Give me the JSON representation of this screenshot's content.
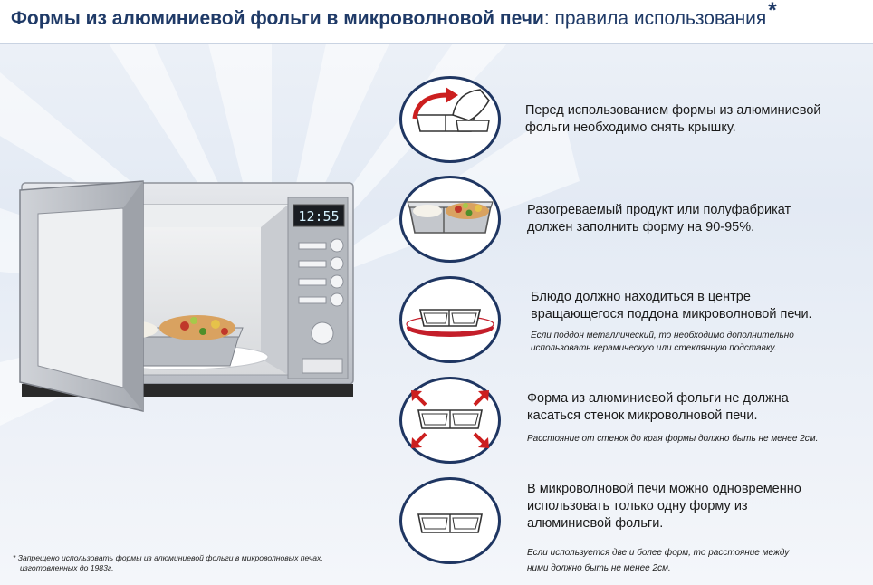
{
  "header": {
    "title_bold": "Формы из алюминиевой фольги в микроволновой печи",
    "title_rest": ": правила использования",
    "title_star": "*"
  },
  "microwave": {
    "clock": "12:55"
  },
  "steps": [
    {
      "text_line1": "Перед использованием формы из алюминиевой",
      "text_line2": "фольги необходимо снять крышку.",
      "icon": "tray-lid-removal-icon"
    },
    {
      "text_line1": "Разогреваемый продукт или полуфабрикат",
      "text_line2": "должен заполнить форму на 90-95%.",
      "icon": "filled-tray-icon"
    },
    {
      "text_line1": "Блюдо должно находиться в центре",
      "text_line2": "вращающегося поддона микроволновой печи.",
      "note_line1": "Если поддон металлический, то необходимо дополнительно",
      "note_line2": "использовать керамическую или стеклянную подставку.",
      "icon": "tray-on-turntable-icon"
    },
    {
      "text_line1": "Форма из алюминиевой фольги не должна",
      "text_line2": "касаться стенок микроволновой печи.",
      "note_line1": "Расстояние от стенок до края формы должно быть не менее 2см.",
      "icon": "tray-clearance-arrows-icon"
    },
    {
      "text_line1": "В микроволновой печи можно одновременно",
      "text_line2": "использовать только одну форму из",
      "text_line3": "алюминиевой фольги.",
      "note_line1": "Если используется две и более форм, то расстояние между",
      "note_line2": "ними должно быть не менее 2см.",
      "icon": "single-tray-icon"
    }
  ],
  "footnote": {
    "star": "*",
    "line1": "Запрещено использовать формы из алюминиевой фольги в микроволновых печах,",
    "line2": "изготовленных до 1983г."
  },
  "colors": {
    "title": "#1f3a67",
    "circle_border": "#1f3662",
    "arrow_red": "#cc1f1f",
    "turntable_red": "#c41e2a"
  }
}
